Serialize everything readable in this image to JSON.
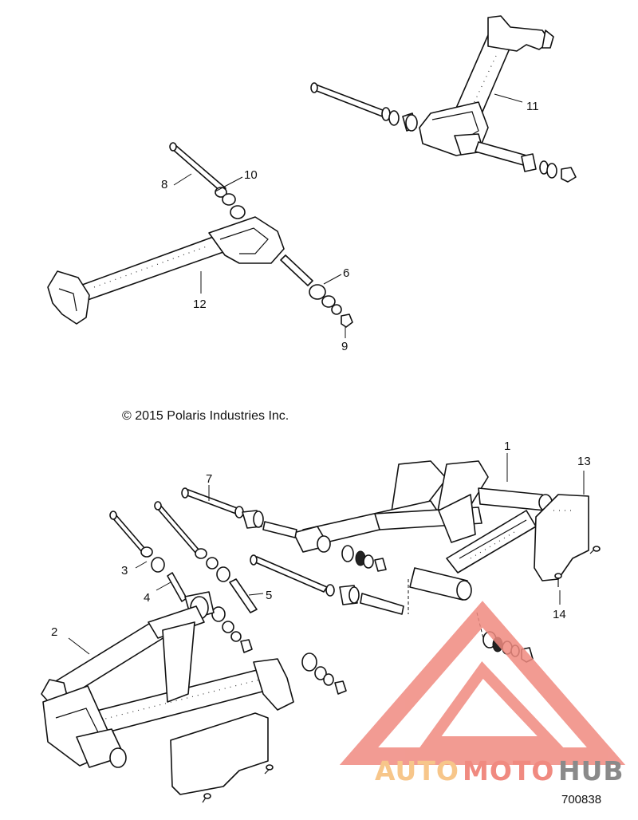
{
  "copyright": "© 2015 Polaris Industries Inc.",
  "figure_code": "700838",
  "watermark": {
    "part1": "AUTO",
    "part2": "MOTO",
    "part3": "HUB",
    "color1": "#f7c68a",
    "color2": "#f08a80",
    "color3": "#8a8a8a",
    "logo_color": "#f08a80"
  },
  "callouts": {
    "c1": "1",
    "c2": "2",
    "c3": "3",
    "c4": "4",
    "c5": "5",
    "c6": "6",
    "c7": "7",
    "c8": "8",
    "c9": "9",
    "c10": "10",
    "c11": "11",
    "c12": "12",
    "c13": "13",
    "c14": "14"
  }
}
